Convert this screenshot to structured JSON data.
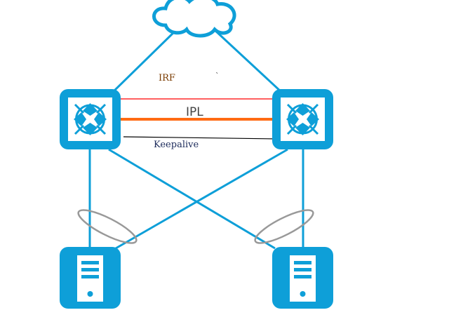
{
  "labels": {
    "irf": "IRF",
    "tick": "`",
    "ipl": "IPL",
    "keepalive": "Keepalive"
  },
  "colors": {
    "device": "#0e9fd8",
    "irf_link": "#ff0000",
    "ipl_link": "#ff6a13",
    "keepalive_link": "#000000",
    "lag_ellipse": "#999999",
    "irf_text": "#7a3b00",
    "keepalive_text": "#1b2a5a",
    "ipl_text": "#444444"
  },
  "nodes": {
    "cloud": "cloud-icon",
    "switches": [
      "switch-icon",
      "switch-icon"
    ],
    "servers": [
      "server-icon",
      "server-icon"
    ]
  }
}
